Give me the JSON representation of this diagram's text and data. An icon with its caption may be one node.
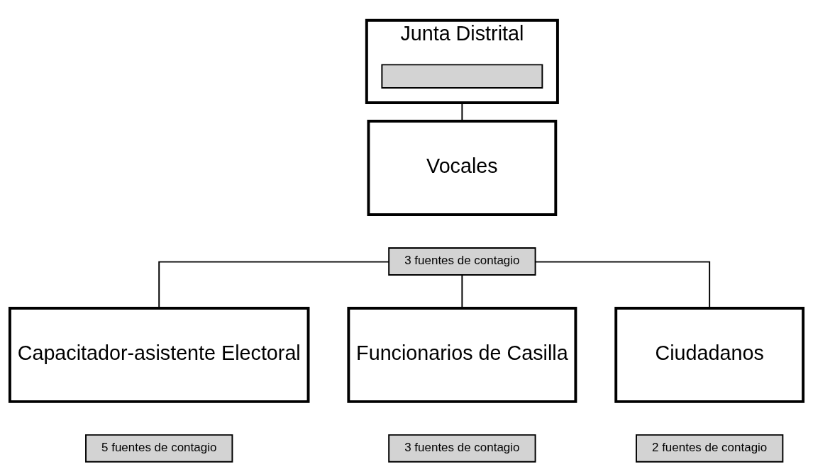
{
  "diagram": {
    "nodes": [
      {
        "text": [
          "Junta Distrital"
        ]
      },
      {
        "text": [],
        "shape": "bar",
        "in": 0
      },
      {
        "text": [
          "Vocales"
        ]
      },
      {
        "text": [
          "3 fuentes de contagio"
        ]
      },
      {
        "text": [
          "Capacitador-asistente Electoral"
        ]
      },
      {
        "text": [
          "5 fuentes de contagio"
        ]
      },
      {
        "text": [
          "Funcionarios de Casilla"
        ]
      },
      {
        "text": [
          "3 fuentes de contagio"
        ]
      },
      {
        "text": [
          "Ciudadanos"
        ]
      },
      {
        "text": [
          "2 fuentes de contagio"
        ]
      }
    ],
    "edges": [
      {
        "from": 0,
        "to": 2,
        "arrow": "none"
      },
      {
        "from": 3,
        "to": 4,
        "arrow": "none"
      },
      {
        "from": 3,
        "to": 6,
        "arrow": "none"
      },
      {
        "from": 3,
        "to": 8,
        "arrow": "none"
      }
    ]
  }
}
